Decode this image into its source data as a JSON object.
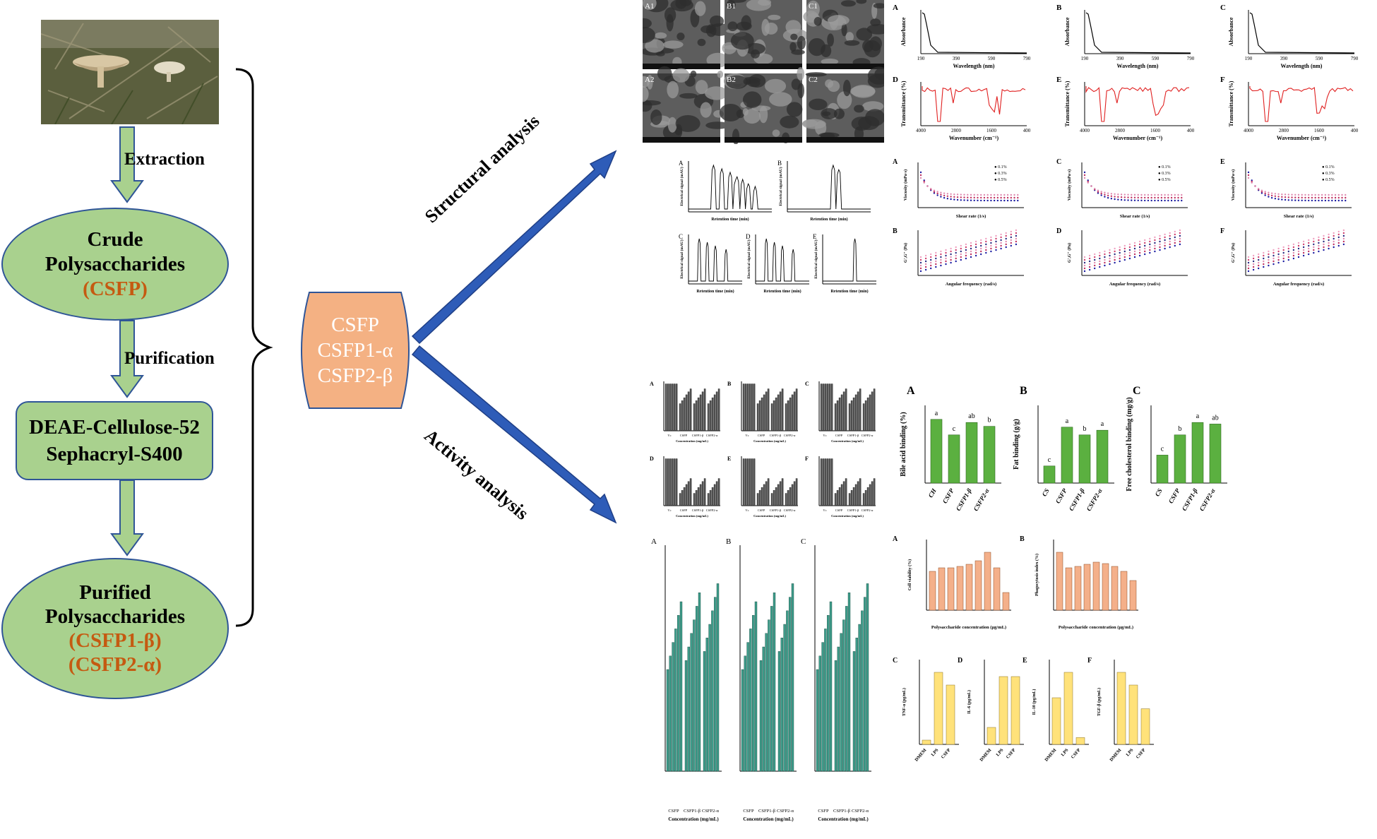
{
  "flow": {
    "step_extraction": "Extraction",
    "step_purification": "Purification",
    "crude": {
      "line1": "Crude",
      "line2": "Polysaccharides",
      "line3": "(CSFP)"
    },
    "columns": {
      "line1": "DEAE-Cellulose-52",
      "line2": "Sephacryl-S400"
    },
    "purified": {
      "line1": "Purified",
      "line2": "Polysaccharides",
      "line3": "(CSFP1-β)",
      "line4": "(CSFP2-α)"
    }
  },
  "center": {
    "line1": "CSFP",
    "line2": "CSFP1-α",
    "line3": "CSFP2-β"
  },
  "arrows": {
    "structural": "Structural analysis",
    "activity": "Activity analysis"
  },
  "colors": {
    "green": "#a9d18e",
    "blue_border": "#2f5597",
    "orange_fill": "#f4b183",
    "orange_text": "#c55a11",
    "arrow_blue": "#2e5cb8",
    "bar_green": "#5bb040",
    "bar_teal": "#3d9c8a",
    "bar_salmon": "#f4b08a",
    "bar_yellow": "#ffe27a",
    "ir_red": "#e02020"
  },
  "sem": {
    "labels": [
      "A1",
      "B1",
      "C1",
      "A2",
      "B2",
      "C2"
    ]
  },
  "uv": {
    "panels": [
      "A",
      "B",
      "C"
    ],
    "ylabel": "Absorbance",
    "xlabel": "Wavelength (nm)",
    "ticks": [
      "190",
      "390",
      "590",
      "790"
    ]
  },
  "ir": {
    "panels": [
      "D",
      "E",
      "F"
    ],
    "ylabel": "Transmittance (%)",
    "xlabel": "Wavenumber (cm⁻¹)",
    "ticks": [
      "4000",
      "2800",
      "1600",
      "400"
    ]
  },
  "hplc": {
    "panels": [
      "A",
      "B",
      "C",
      "D",
      "E"
    ],
    "ylabel": "Electrical signal (mAU)",
    "xlabel": "Retention time (min)"
  },
  "viscosity": {
    "panels": [
      "A",
      "C",
      "E"
    ],
    "ylabel": "Viscosity (mPa·s)",
    "xlabel": "Shear rate (1/s)",
    "legend": [
      "0.1%",
      "0.3%",
      "0.5%"
    ]
  },
  "modulus": {
    "panels": [
      "B",
      "D",
      "F"
    ],
    "ylabel": "G′,G″ (Pa)",
    "xlabel": "Angular frequency (rad/s)"
  },
  "antioxidant": {
    "panels": [
      "A",
      "B",
      "C",
      "D",
      "E",
      "F"
    ],
    "xlabel": "Concentration (mg/mL)",
    "groups": [
      "Vc",
      "CSFP",
      "CSFP1-β",
      "CSFP2-α"
    ]
  },
  "binding": {
    "panels": [
      "A",
      "B",
      "C"
    ],
    "ylabels": [
      "Bile acid binding (%)",
      "Fat binding (g/g)",
      "Free cholesterol binding (mg/g)"
    ],
    "cats": [
      [
        "CH",
        "CSFP",
        "CSFP1-β",
        "CSFP2-α"
      ],
      [
        "CS",
        "CSFP",
        "CSFP1-β",
        "CSFP2-α"
      ],
      [
        "CS",
        "CSFP",
        "CSFP1-β",
        "CSFP2-α"
      ]
    ],
    "letters": [
      [
        "a",
        "c",
        "ab",
        "b"
      ],
      [
        "c",
        "a",
        "b",
        "a"
      ],
      [
        "c",
        "b",
        "a",
        "ab"
      ]
    ]
  },
  "bacterial": {
    "panels": [
      "A",
      "B",
      "C"
    ],
    "xlabel": "Concentration (mg/mL)",
    "groups": [
      "CSFP",
      "CSFP1-β",
      "CSFP2-α"
    ]
  },
  "immune": {
    "top": [
      "A",
      "B"
    ],
    "bottom": [
      "C",
      "D",
      "E",
      "F"
    ],
    "xlabel": "Polysaccharide concentration (μg/mL)",
    "ylabels_top": [
      "Cell viability (%)",
      "Phagocytosis index (%)"
    ],
    "ylabels_bottom": [
      "TNF-α (pg/mL)",
      "IL-6 (pg/mL)",
      "IL-10 (pg/mL)",
      "TGF-β (pg/mL)"
    ],
    "bottom_cats": [
      "DMEM",
      "LPS",
      "CSFP"
    ]
  }
}
